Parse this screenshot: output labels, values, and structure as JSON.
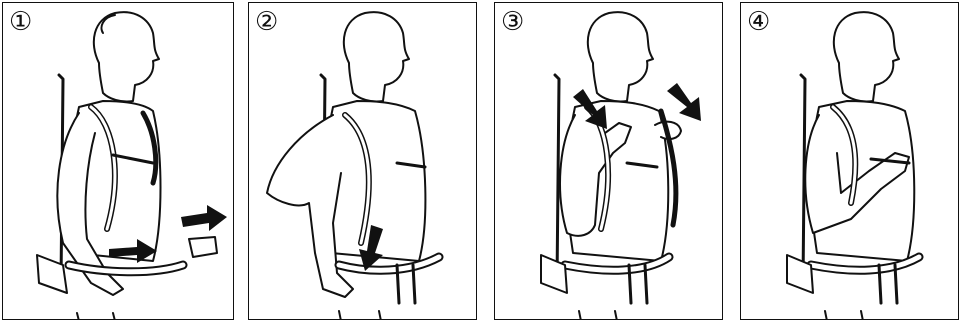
{
  "steps": [
    {
      "number": "①",
      "arrows": [
        "arrow-right",
        "arrow-right"
      ],
      "action": "fasten-hip-belt"
    },
    {
      "number": "②",
      "arrows": [
        "arrow-down"
      ],
      "action": "tighten-hip-belt"
    },
    {
      "number": "③",
      "arrows": [
        "arrow-down",
        "arrow-down"
      ],
      "action": "pull-shoulder-straps"
    },
    {
      "number": "④",
      "arrows": [],
      "action": "fasten-chest-strap"
    }
  ],
  "colors": {
    "ink": "#111111",
    "background": "#ffffff",
    "arrow": "#111111"
  }
}
